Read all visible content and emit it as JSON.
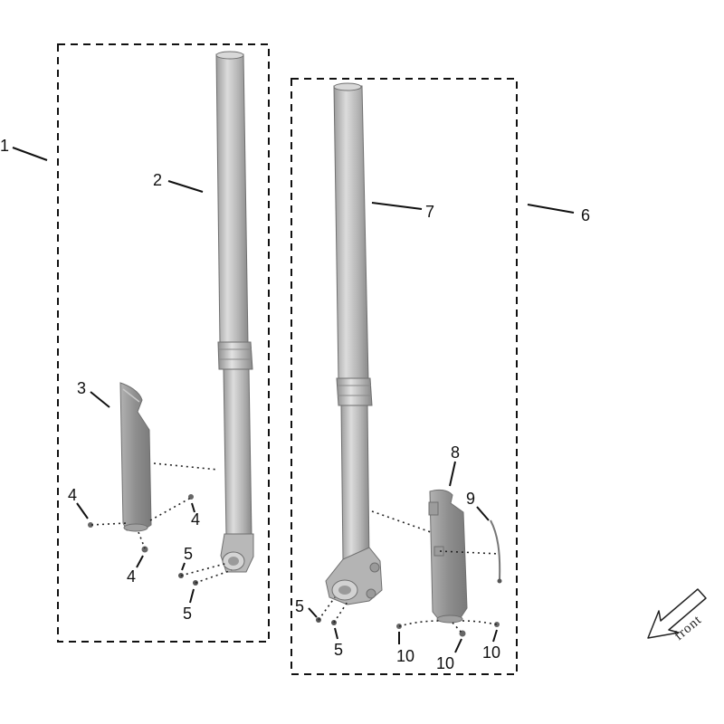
{
  "callouts": {
    "c1": "1",
    "c2": "2",
    "c3": "3",
    "c4a": "4",
    "c4b": "4",
    "c4c": "4",
    "c5a": "5",
    "c5b": "5",
    "c5c": "5",
    "c5d": "5",
    "c6": "6",
    "c7": "7",
    "c8": "8",
    "c9": "9",
    "c10a": "10",
    "c10b": "10",
    "c10c": "10"
  },
  "front_label": "front",
  "colors": {
    "part_light": "#cfcfcf",
    "part_mid": "#a9a9a9",
    "part_dark": "#7e7e7e",
    "guard": "#8f8f8f",
    "line": "#111111"
  }
}
